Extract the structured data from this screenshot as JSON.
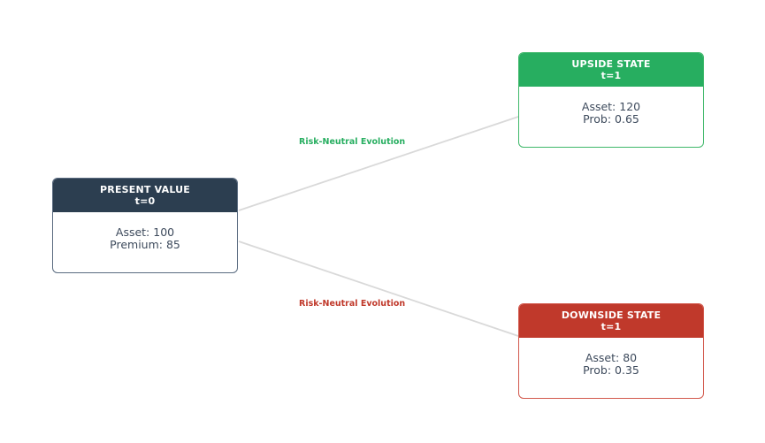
{
  "nodes": {
    "present": {
      "title": "PRESENT VALUE",
      "time": "t=0",
      "line1": "Asset: 100",
      "line2": "Premium: 85",
      "color": "#2c3e50"
    },
    "up": {
      "title": "UPSIDE STATE",
      "time": "t=1",
      "line1": "Asset: 120",
      "line2": "Prob: 0.65",
      "color": "#27ae60"
    },
    "down": {
      "title": "DOWNSIDE STATE",
      "time": "t=1",
      "line1": "Asset: 80",
      "line2": "Prob: 0.35",
      "color": "#c0392b"
    }
  },
  "edges": {
    "up_label": "Risk-Neutral Evolution",
    "down_label": "Risk-Neutral Evolution"
  },
  "caption": ""
}
